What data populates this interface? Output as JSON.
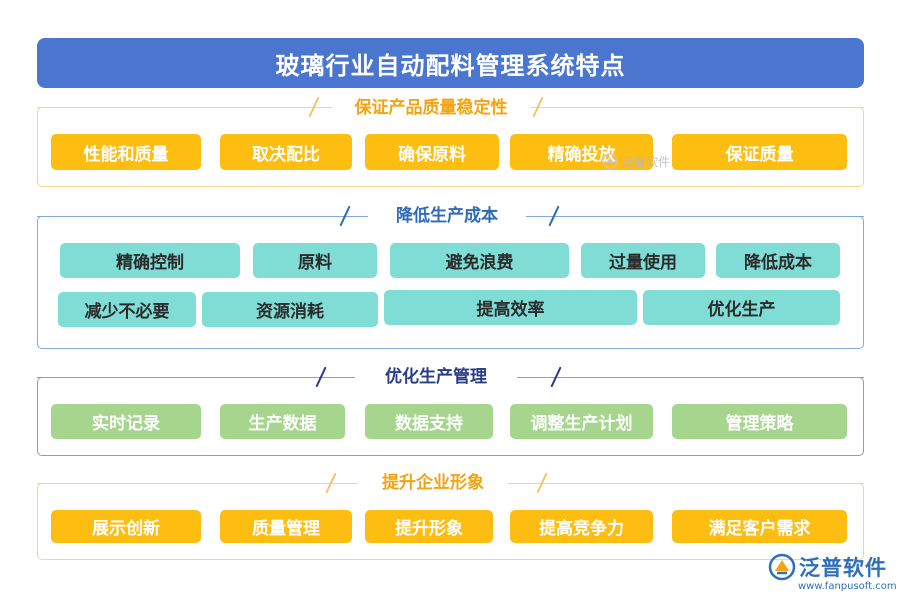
{
  "title": "玻璃行业自动配料管理系统特点",
  "sections": [
    {
      "title": "保证产品质量稳定性",
      "items": [
        "性能和质量",
        "取决配比",
        "确保原料",
        "精确投放",
        "保证质量"
      ]
    },
    {
      "title": "降低生产成本",
      "items": [
        "精确控制",
        "原料",
        "避免浪费",
        "过量使用",
        "降低成本",
        "减少不必要",
        "资源消耗",
        "提高效率",
        "优化生产"
      ]
    },
    {
      "title": "优化生产管理",
      "items": [
        "实时记录",
        "生产数据",
        "数据支持",
        "调整生产计划",
        "管理策略"
      ]
    },
    {
      "title": "提升企业形象",
      "items": [
        "展示创新",
        "质量管理",
        "提升形象",
        "提高竞争力",
        "满足客户需求"
      ]
    }
  ],
  "watermark": {
    "text": "泛普软件"
  },
  "logo": {
    "name": "泛普软件",
    "url": "www.fanpusoft.com"
  },
  "colors": {
    "title_bar": "#4a76cf",
    "gold_pill": "#fdbd11",
    "teal_pill": "#7fddd6",
    "green_pill": "#a6d58e",
    "orange_heading": "#f3a412",
    "blue_heading": "#2e6bb8",
    "navy_heading": "#2b3c88"
  }
}
